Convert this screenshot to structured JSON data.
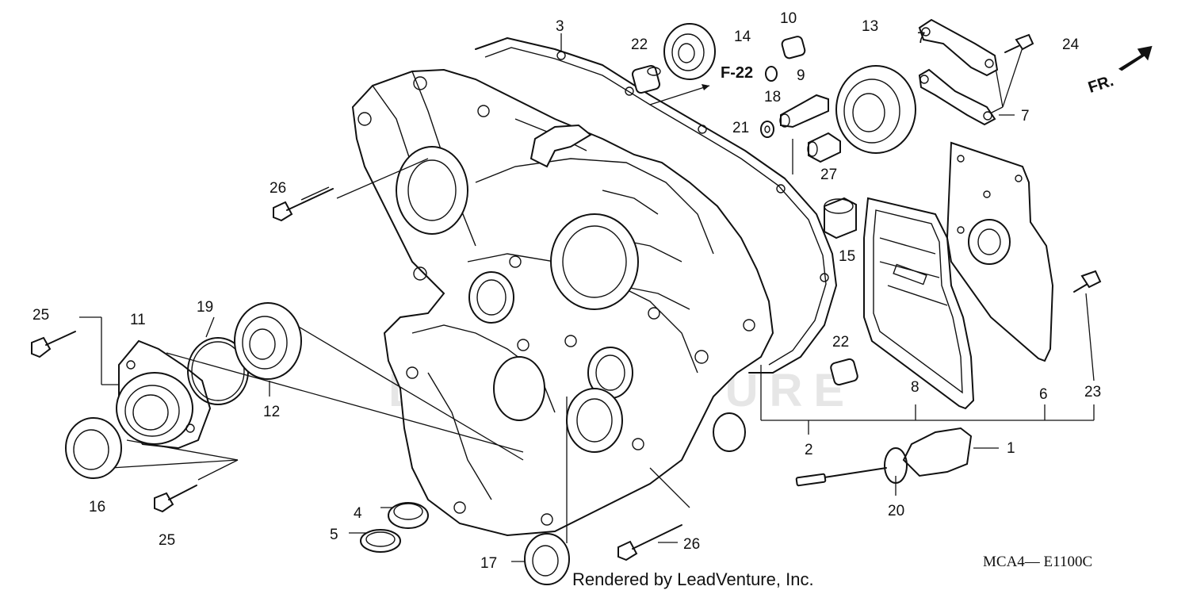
{
  "diagram": {
    "callouts": {
      "c1": "1",
      "c2": "2",
      "c3": "3",
      "c4": "4",
      "c5": "5",
      "c6": "6",
      "c7a": "7",
      "c7b": "7",
      "c8": "8",
      "c9": "9",
      "c10": "10",
      "c11": "11",
      "c12": "12",
      "c13": "13",
      "c14": "14",
      "c15": "15",
      "c16": "16",
      "c17": "17",
      "c18": "18",
      "c19": "19",
      "c20": "20",
      "c21": "21",
      "c22a": "22",
      "c22b": "22",
      "c23": "23",
      "c24": "24",
      "c25a": "25",
      "c25b": "25",
      "c26a": "26",
      "c26b": "26",
      "c27": "27"
    },
    "ref_label": "F-22",
    "direction_label": "FR.",
    "watermark": "LEADVENTURE",
    "diagram_code": "MCA4— E1100C",
    "footer": "Rendered by LeadVenture, Inc."
  }
}
